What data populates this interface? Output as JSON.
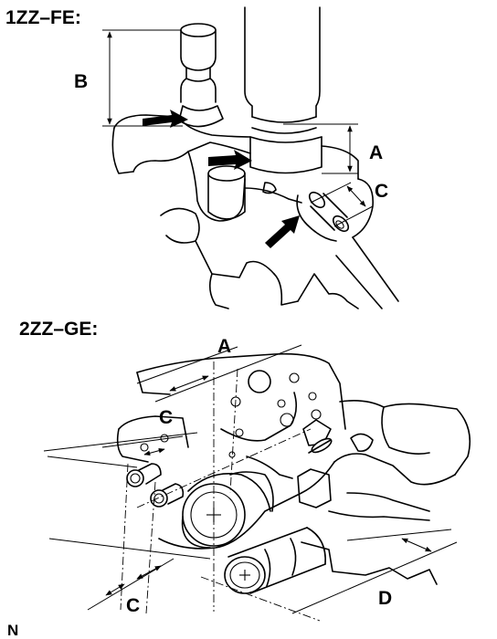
{
  "sections": [
    {
      "title": "1ZZ–FE:",
      "labels": {
        "a": "A",
        "b": "B",
        "c": "C"
      }
    },
    {
      "title": "2ZZ–GE:",
      "labels": {
        "a": "A",
        "c1": "C",
        "c2": "C",
        "d": "D"
      }
    }
  ],
  "footer": {
    "code": "N"
  }
}
